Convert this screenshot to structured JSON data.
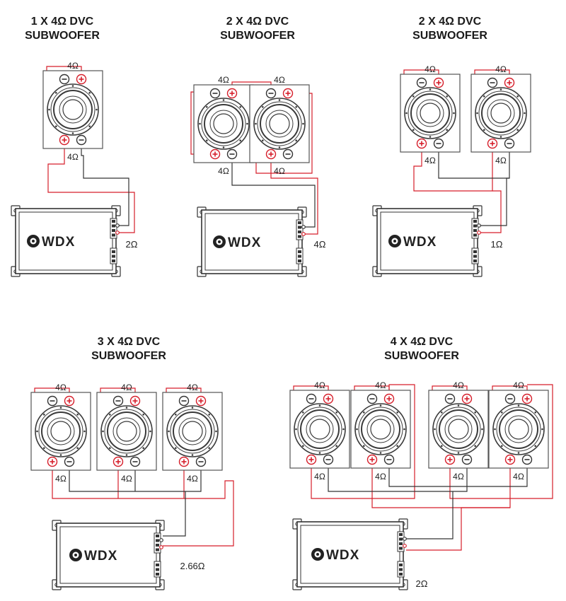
{
  "colors": {
    "positive": "#d61e2a",
    "negative": "#333333",
    "speaker": "#3a3a3a"
  },
  "brand": "WDX",
  "icons": {
    "positive": "plus-terminal-icon",
    "negative": "minus-terminal-icon"
  },
  "panels": [
    {
      "id": "p1",
      "title1": "1 X 4Ω DVC",
      "title2": "SUBWOOFER",
      "coil_top": "4Ω",
      "coil_bottom": "4Ω",
      "load": "2Ω",
      "count": 1
    },
    {
      "id": "p2",
      "title1": "2 X 4Ω DVC",
      "title2": "SUBWOOFER",
      "coil_top": "4Ω",
      "coil_bottom": "4Ω",
      "load": "4Ω",
      "count": 2
    },
    {
      "id": "p3",
      "title1": "2 X 4Ω DVC",
      "title2": "SUBWOOFER",
      "coil_top": "4Ω",
      "coil_bottom": "4Ω",
      "load": "1Ω",
      "count": 2
    },
    {
      "id": "p4",
      "title1": "3 X 4Ω DVC",
      "title2": "SUBWOOFER",
      "coil_top": "4Ω",
      "coil_bottom": "4Ω",
      "load": "2.66Ω",
      "count": 3
    },
    {
      "id": "p5",
      "title1": "4 X 4Ω DVC",
      "title2": "SUBWOOFER",
      "coil_top": "4Ω",
      "coil_bottom": "4Ω",
      "load": "2Ω",
      "count": 4
    }
  ]
}
